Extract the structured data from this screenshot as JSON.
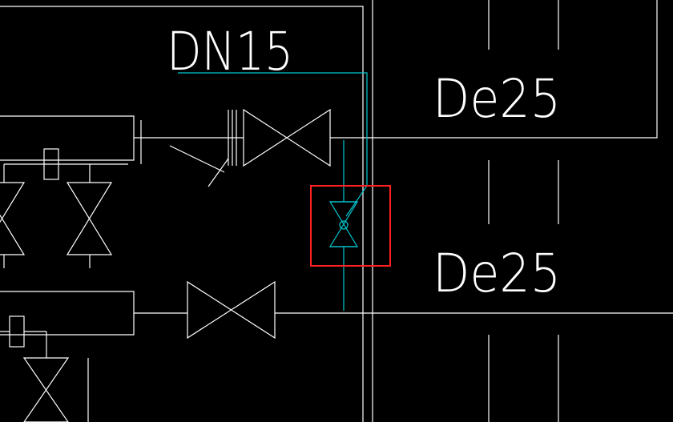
{
  "labels": {
    "pipe_size_top": "DN15",
    "pipe_size_right_upper": "De25",
    "pipe_size_right_lower": "De25"
  },
  "colors": {
    "background": "#000000",
    "line": "#ffffff",
    "accent_pipe": "#00c8d0",
    "highlight_box": "#ff2020"
  }
}
